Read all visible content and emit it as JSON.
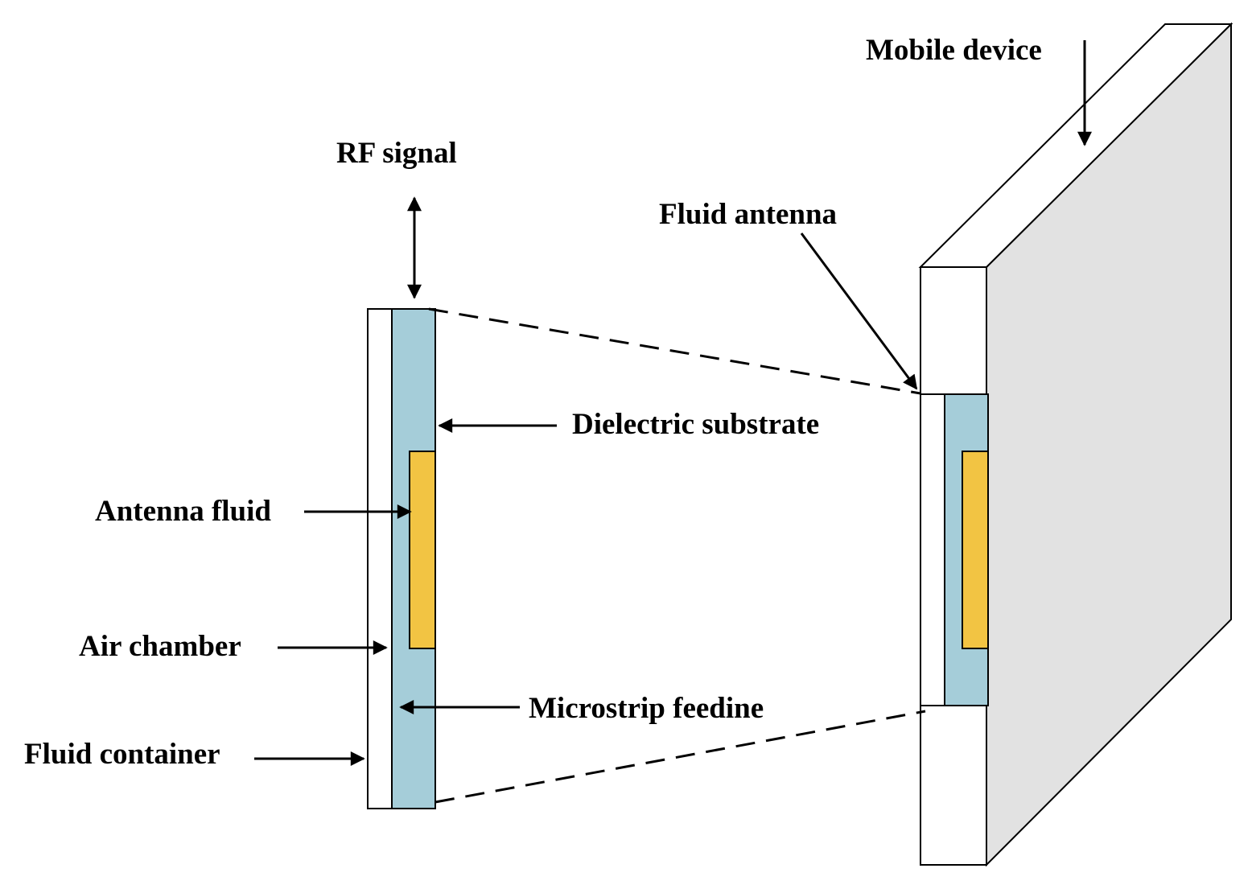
{
  "labels": {
    "mobile_device": "Mobile device",
    "rf_signal": "RF signal",
    "fluid_antenna": "Fluid antenna",
    "dielectric_substrate": "Dielectric substrate",
    "antenna_fluid": "Antenna fluid",
    "air_chamber": "Air chamber",
    "microstrip_feedline": "Microstrip feedine",
    "fluid_container": "Fluid container"
  },
  "colors": {
    "substrate": "#a5cdd9",
    "antenna_fluid": "#f2c443",
    "device_side": "#e2e2e2",
    "container": "#ffffff",
    "stroke": "#000000"
  }
}
